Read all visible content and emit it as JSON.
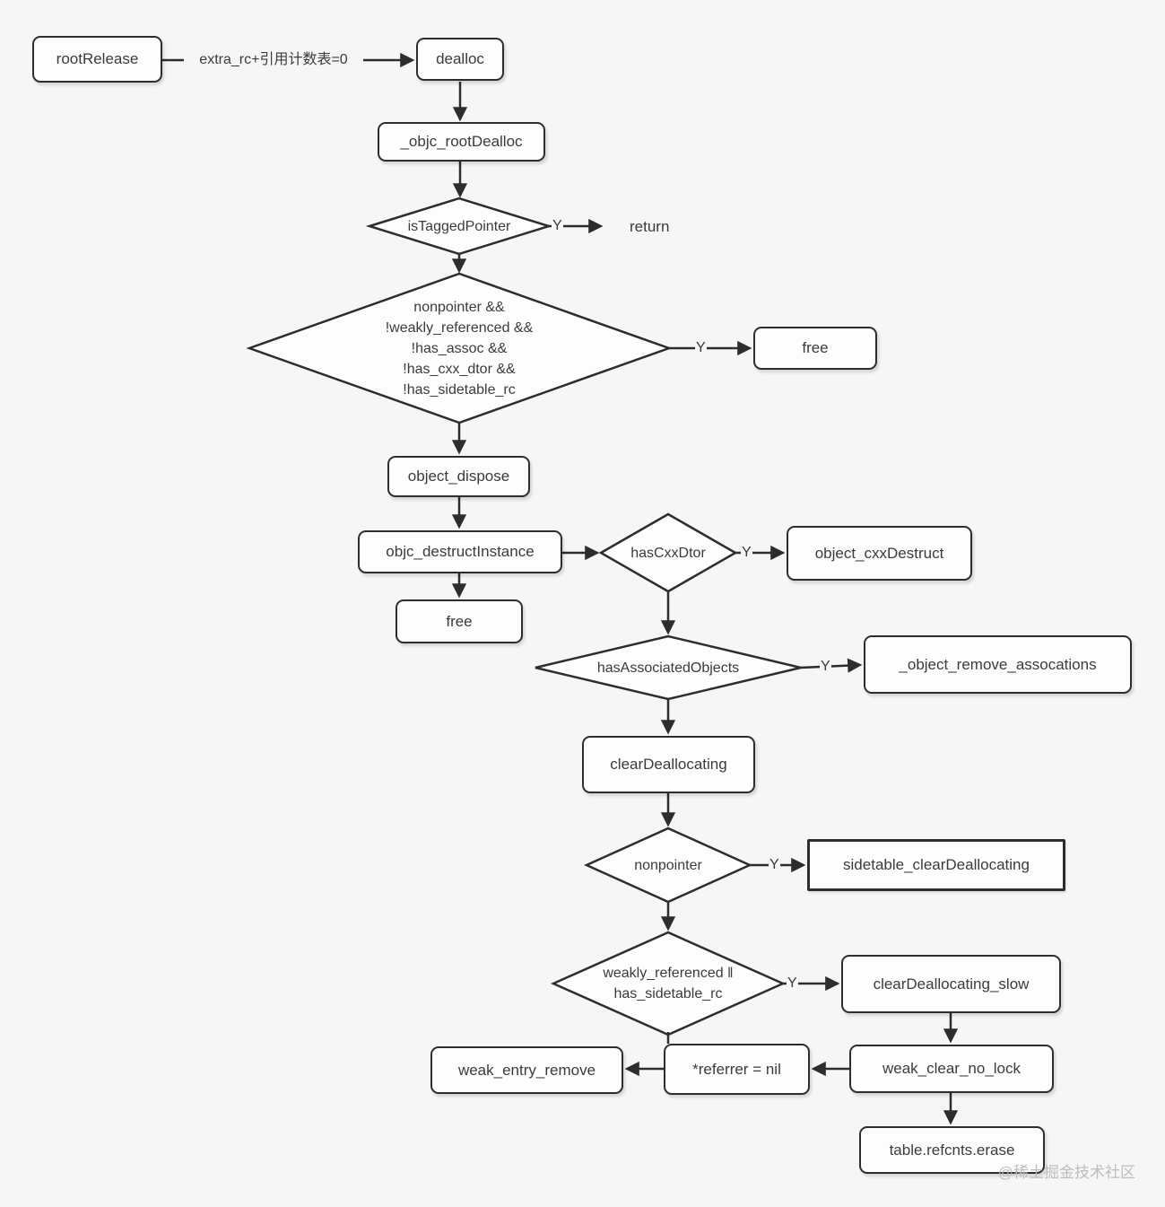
{
  "labels": {
    "yes": "Y",
    "return": "return",
    "edge_root_to_dealloc": "extra_rc+引用计数表=0"
  },
  "nodes": {
    "rootRelease": "rootRelease",
    "dealloc": "dealloc",
    "objc_rootDealloc": "_objc_rootDealloc",
    "isTaggedPointer": "isTaggedPointer",
    "fastpath_condition": "nonpointer &&\n!weakly_referenced &&\n!has_assoc &&\n!has_cxx_dtor &&\n!has_sidetable_rc",
    "free_fast": "free",
    "object_dispose": "object_dispose",
    "objc_destructInstance": "objc_destructInstance",
    "free_instance": "free",
    "hasCxxDtor": "hasCxxDtor",
    "object_cxxDestruct": "object_cxxDestruct",
    "hasAssociatedObjects": "hasAssociatedObjects",
    "object_remove_assocations": "_object_remove_assocations",
    "clearDeallocating": "clearDeallocating",
    "nonpointer": "nonpointer",
    "sidetable_clearDeallocating": "sidetable_clearDeallocating",
    "weak_or_sidetable": "weakly_referenced ‖\nhas_sidetable_rc",
    "clearDeallocating_slow": "clearDeallocating_slow",
    "weak_entry_remove": "weak_entry_remove",
    "referrer_nil": "*referrer = nil",
    "weak_clear_no_lock": "weak_clear_no_lock",
    "table_refcnts_erase": "table.refcnts.erase"
  },
  "watermark": "@稀土掘金技术社区"
}
